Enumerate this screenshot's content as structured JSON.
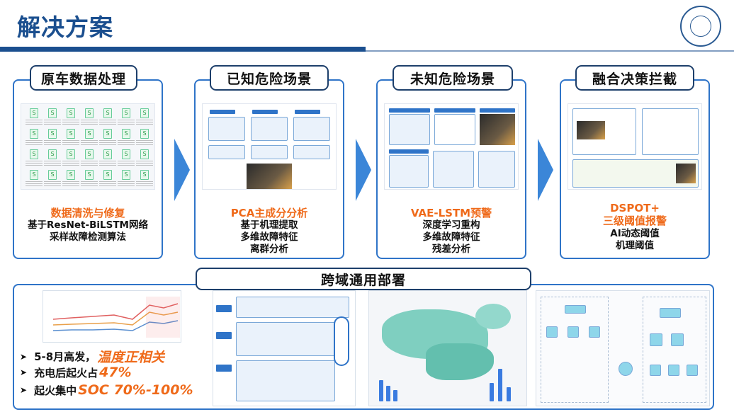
{
  "page": {
    "title": "解决方案"
  },
  "steps": [
    {
      "tab": "原车数据处理",
      "headline": "数据清洗与修复",
      "lines": [
        "基于ResNet-BiLSTM网络",
        "采样故障检测算法"
      ]
    },
    {
      "tab": "已知危险场景",
      "headline": "PCA主成分分析",
      "lines": [
        "基于机理提取",
        "多维故障特征",
        "离群分析"
      ]
    },
    {
      "tab": "未知危险场景",
      "headline": "VAE-LSTM预警",
      "lines": [
        "深度学习重构",
        "多维故障特征",
        "残差分析"
      ]
    },
    {
      "tab": "融合决策拦截",
      "headline": "DSPOT+",
      "headline2": "三级阈值报警",
      "lines": [
        "AI动态阈值",
        "机理阈值"
      ]
    }
  ],
  "bottom": {
    "tab": "跨域通用部署",
    "bullets": [
      {
        "prefix": "5-8月高发，",
        "highlight": "温度正相关"
      },
      {
        "prefix": "充电后起火占",
        "highlight": "47%"
      },
      {
        "prefix": "起火集中",
        "highlight": "SOC 70%-100%"
      }
    ]
  },
  "colors": {
    "brand": "#1b4f8f",
    "accent": "#2f74c8",
    "highlight": "#ef6a1a"
  },
  "icons": {
    "bullet": "➤",
    "file": "S"
  }
}
